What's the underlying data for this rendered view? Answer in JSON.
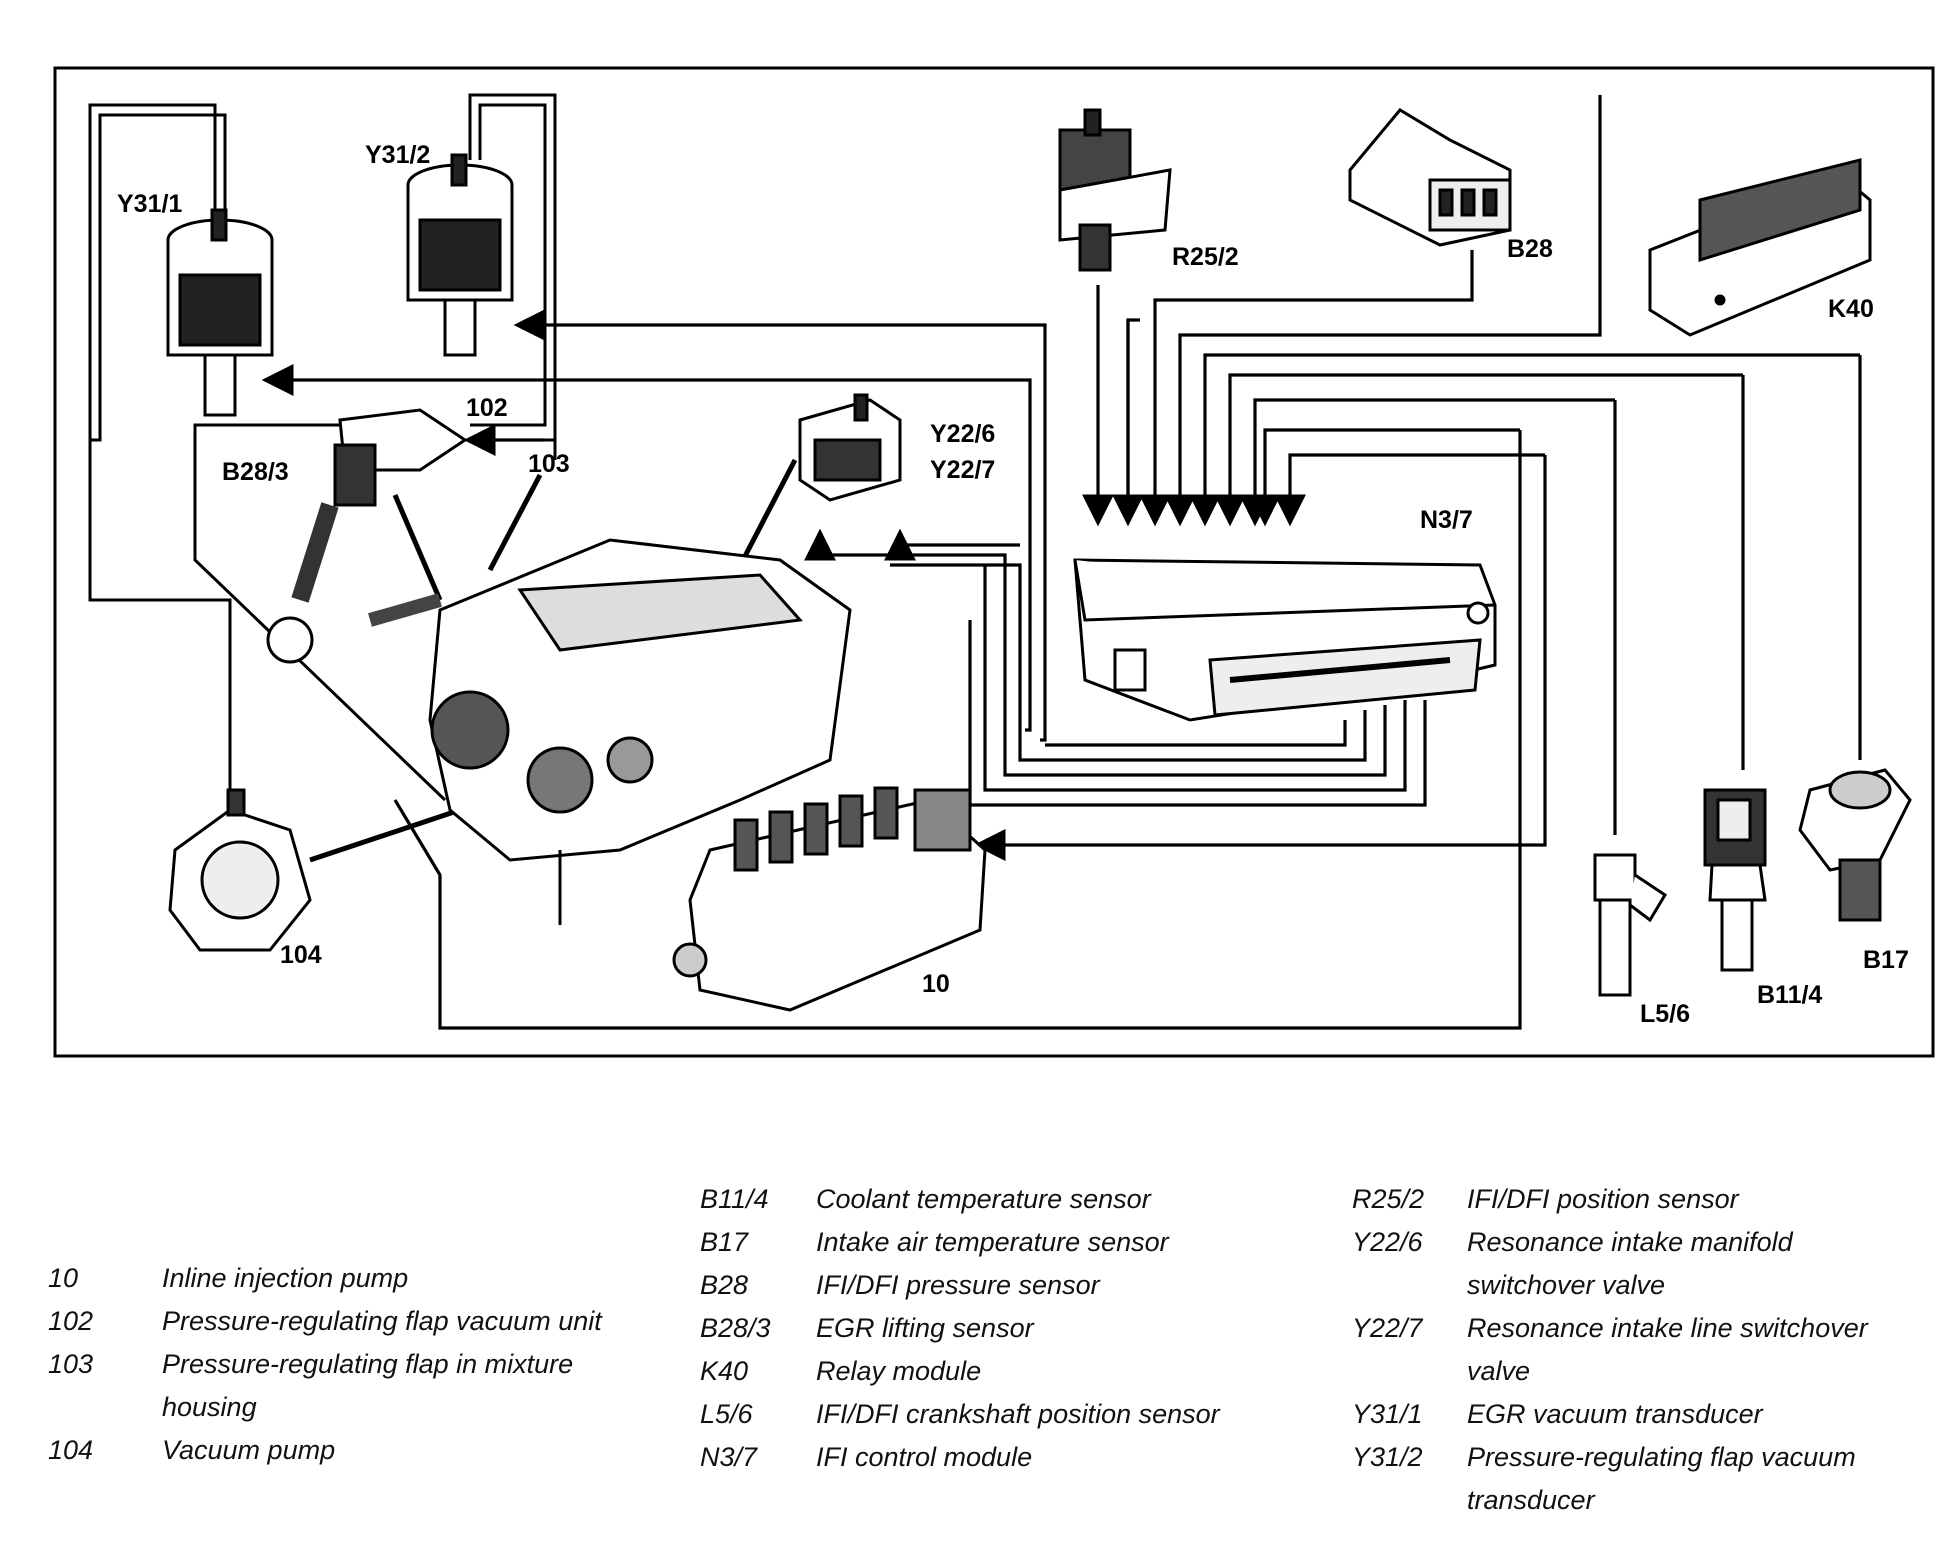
{
  "callouts": {
    "y31_1": "Y31/1",
    "y31_2": "Y31/2",
    "r25_2": "R25/2",
    "b28": "B28",
    "k40": "K40",
    "b28_3": "B28/3",
    "c102": "102",
    "c103": "103",
    "y22_6": "Y22/6",
    "y22_7": "Y22/7",
    "n3_7": "N3/7",
    "c104": "104",
    "c10": "10",
    "l5_6": "L5/6",
    "b11_4": "B11/4",
    "b17": "B17"
  },
  "legend": {
    "col1": [
      {
        "code": "10",
        "desc": "Inline injection pump"
      },
      {
        "code": "102",
        "desc": "Pressure-regulating flap vacuum unit"
      },
      {
        "code": "103",
        "desc": "Pressure-regulating flap in mixture housing"
      },
      {
        "code": "104",
        "desc": "Vacuum pump"
      }
    ],
    "col2": [
      {
        "code": "B11/4",
        "desc": "Coolant temperature sensor"
      },
      {
        "code": "B17",
        "desc": "Intake air temperature sensor"
      },
      {
        "code": "B28",
        "desc": "IFI/DFI pressure sensor"
      },
      {
        "code": "B28/3",
        "desc": "EGR lifting sensor"
      },
      {
        "code": "K40",
        "desc": "Relay module"
      },
      {
        "code": "L5/6",
        "desc": "IFI/DFI crankshaft position sensor"
      },
      {
        "code": "N3/7",
        "desc": "IFI control module"
      }
    ],
    "col3": [
      {
        "code": "R25/2",
        "desc": "IFI/DFI position sensor"
      },
      {
        "code": "Y22/6",
        "desc": "Resonance intake manifold switchover valve"
      },
      {
        "code": "Y22/7",
        "desc": "Resonance intake line switchover valve"
      },
      {
        "code": "Y31/1",
        "desc": "EGR vacuum transducer"
      },
      {
        "code": "Y31/2",
        "desc": "Pressure-regulating flap vacuum transducer"
      }
    ]
  }
}
